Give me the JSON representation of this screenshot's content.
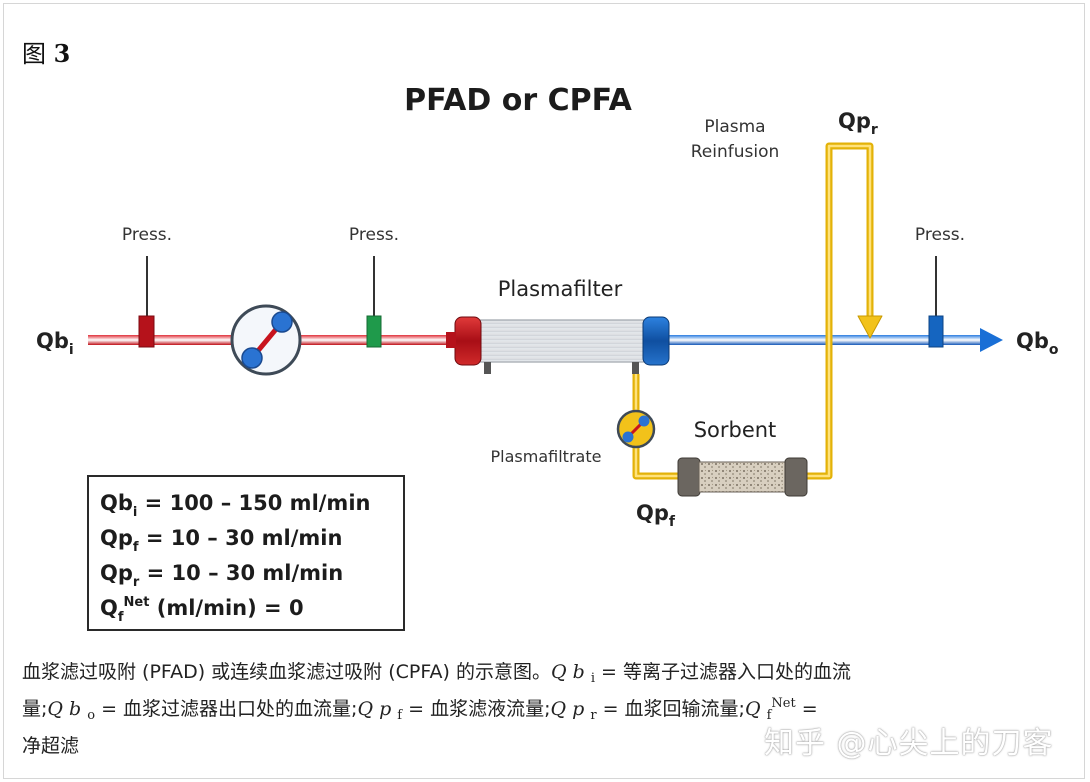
{
  "figure_label": {
    "prefix": "图",
    "number": "3"
  },
  "diagram": {
    "title": "PFAD or CPFA",
    "labels": {
      "qb_in": "Qb",
      "qb_in_sub": "i",
      "qb_out": "Qb",
      "qb_out_sub": "o",
      "qp_r": "Qp",
      "qp_r_sub": "r",
      "qp_f": "Qp",
      "qp_f_sub": "f",
      "press_1": "Press.",
      "press_2": "Press.",
      "press_3": "Press.",
      "plasma_reinfusion_line1": "Plasma",
      "plasma_reinfusion_line2": "Reinfusion",
      "plasmafilter": "Plasmafilter",
      "sorbent": "Sorbent",
      "plasmafiltrate": "Plasmafiltrate"
    },
    "legend": [
      {
        "var": "Qb",
        "sub": "i",
        "sup": "",
        "text": " =  100 – 150 ml/min"
      },
      {
        "var": "Qp",
        "sub": "f",
        "sup": "",
        "text": "  =  10 – 30 ml/min"
      },
      {
        "var": "Qp",
        "sub": "r",
        "sup": "",
        "text": "  =  10 – 30 ml/min"
      },
      {
        "var": "Q",
        "sub": "f",
        "sup": "Net",
        "text": " (ml/min) = 0"
      }
    ],
    "colors": {
      "blood_in": "#c8141e",
      "blood_out": "#1a6fd6",
      "plasma": "#f2c21a",
      "press_red": "#b5121b",
      "press_green": "#1f9a4b",
      "press_blue": "#1565c0"
    }
  },
  "caption": {
    "t1": "血浆滤过吸附 (PFAD) 或连续血浆滤过吸附 (CPFA) 的示意图。",
    "v1": "Q b",
    "s1": "i",
    "t2": " = 等离子过滤器入口处的血流",
    "t3": "量;",
    "v2": "Q b",
    "s2": "o",
    "t4": " = 血浆过滤器出口处的血流量;",
    "v3": "Q p",
    "s3": "f",
    "t5": " = 血浆滤液流量;",
    "v4": "Q p",
    "s4": "r",
    "t6": " = 血浆回输流量;",
    "v5": "Q",
    "s5": "f",
    "p5": "Net",
    "t7": " =",
    "t8": "净超滤"
  },
  "watermark": "知乎 @心尖上的刀客"
}
